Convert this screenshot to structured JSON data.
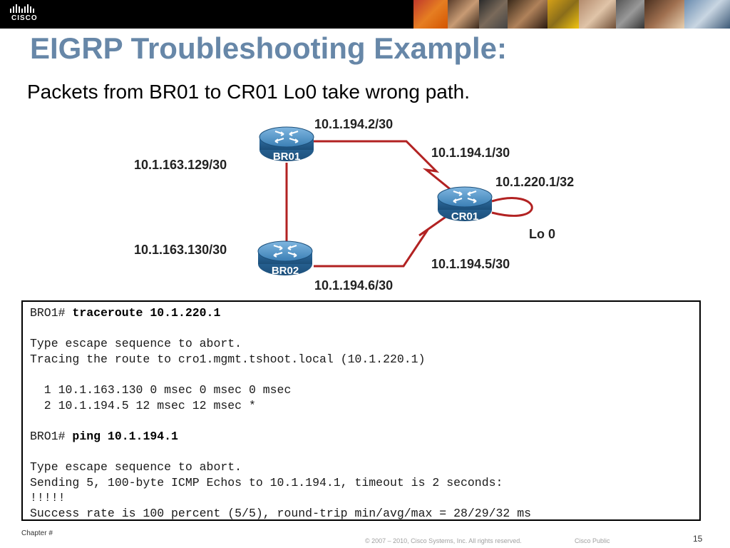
{
  "header": {
    "logo_text": "CISCO",
    "title": "EIGRP Troubleshooting Example:",
    "subtitle": "Packets from BR01 to CR01 Lo0 take wrong path."
  },
  "diagram": {
    "routers": [
      {
        "id": "br01",
        "label": "BR01"
      },
      {
        "id": "br02",
        "label": "BR02"
      },
      {
        "id": "cr01",
        "label": "CR01"
      }
    ],
    "addresses": {
      "br01_serial": "10.1.194.2/30",
      "cr01_serial_top": "10.1.194.1/30",
      "cr01_loopback": "10.1.220.1/32",
      "br01_lan": "10.1.163.129/30",
      "br02_lan": "10.1.163.130/30",
      "cr01_serial_bottom": "10.1.194.5/30",
      "br02_serial": "10.1.194.6/30"
    },
    "loopback_label": "Lo 0",
    "link_color": "#b22222"
  },
  "console": {
    "lines": [
      {
        "prompt": "BRO1# ",
        "cmd": "traceroute 10.1.220.1"
      },
      {
        "text": ""
      },
      {
        "text": "Type escape sequence to abort."
      },
      {
        "text": "Tracing the route to cro1.mgmt.tshoot.local (10.1.220.1)"
      },
      {
        "text": ""
      },
      {
        "text": "  1 10.1.163.130 0 msec 0 msec 0 msec"
      },
      {
        "text": "  2 10.1.194.5 12 msec 12 msec *"
      },
      {
        "text": ""
      },
      {
        "prompt": "BRO1# ",
        "cmd": "ping 10.1.194.1"
      },
      {
        "text": ""
      },
      {
        "text": "Type escape sequence to abort."
      },
      {
        "text": "Sending 5, 100-byte ICMP Echos to 10.1.194.1, timeout is 2 seconds:"
      },
      {
        "text": "!!!!!"
      },
      {
        "text": "Success rate is 100 percent (5/5), round-trip min/avg/max = 28/29/32 ms"
      }
    ]
  },
  "footer": {
    "chapter": "Chapter #",
    "copyright": "© 2007 – 2010, Cisco Systems, Inc. All rights reserved.",
    "classification": "Cisco Public",
    "page_number": "15"
  },
  "colors": {
    "title": "#6787a8",
    "router_fill": "#3b7fb5",
    "header_bar": "#000000"
  }
}
